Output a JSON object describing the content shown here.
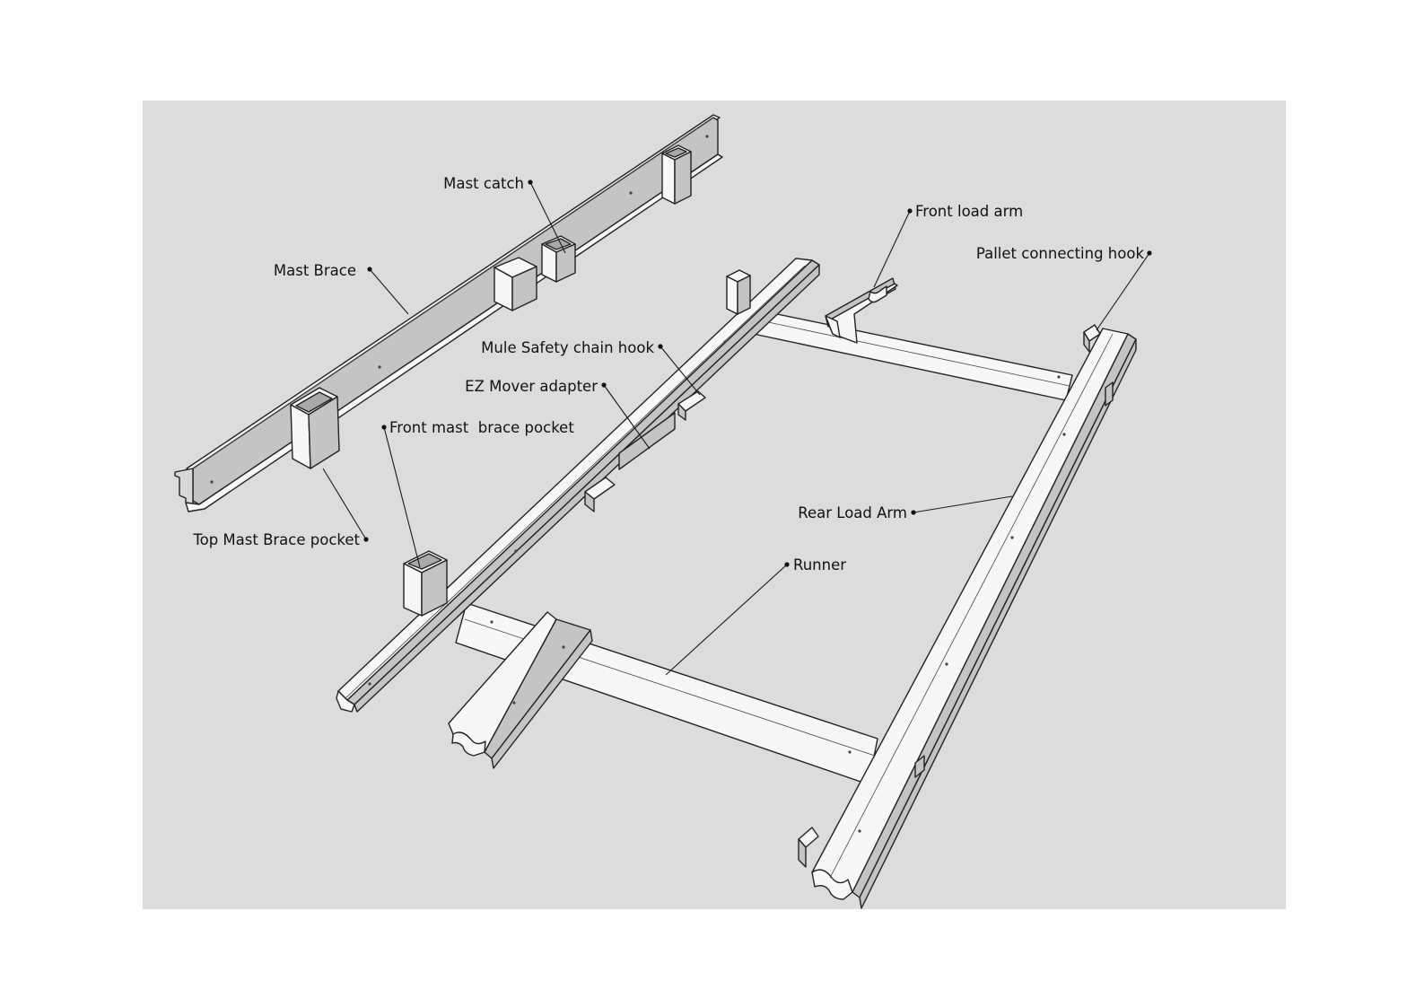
{
  "labels": {
    "mast_catch": "Mast catch",
    "front_load_arm": "Front load arm",
    "pallet_connecting_hook": "Pallet connecting hook",
    "mast_brace": "Mast Brace",
    "mule_safety_chain_hook": "Mule Safety chain hook",
    "ez_mover_adapter": "EZ Mover adapter",
    "front_mast_brace_pocket": "Front mast  brace pocket",
    "top_mast_brace_pocket": "Top Mast Brace pocket",
    "rear_load_arm": "Rear Load Arm",
    "runner": "Runner"
  },
  "colors": {
    "panel_background": "#dcdcdc",
    "page_background": "#ffffff",
    "steel_light": "#f7f7f7",
    "steel_shade": "#c4c4c4",
    "outline": "#222222"
  }
}
